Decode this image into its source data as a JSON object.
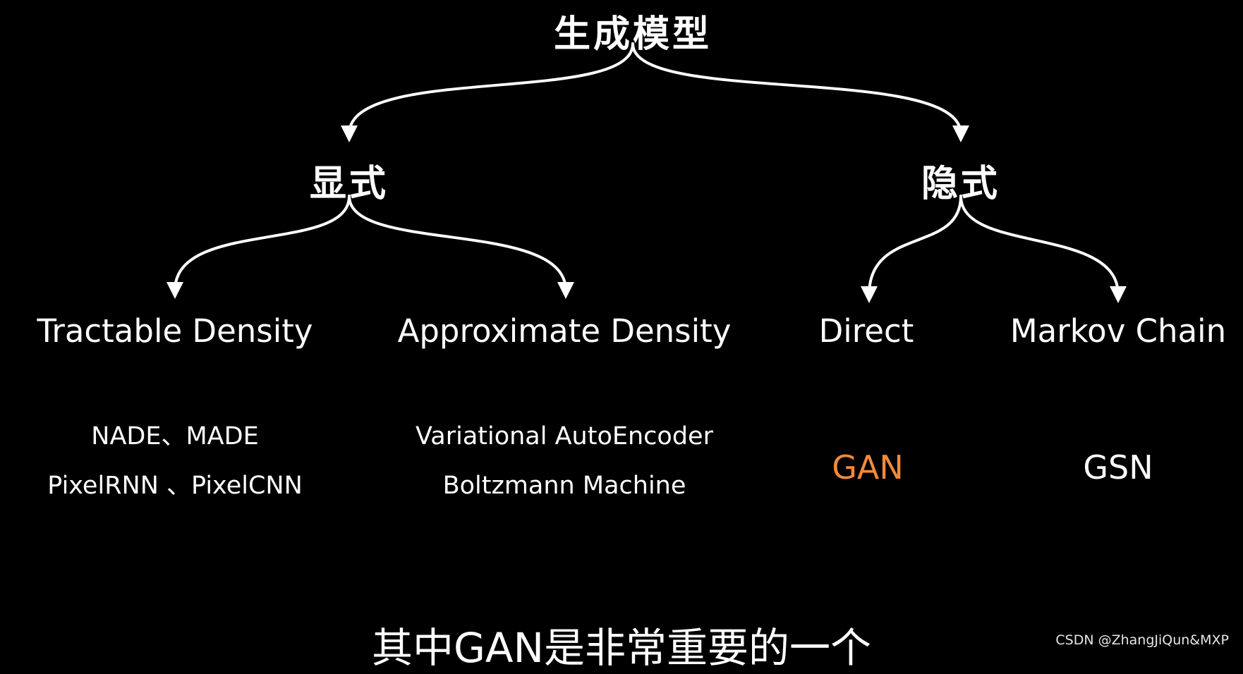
{
  "diagram": {
    "root": "生成模型",
    "left_branch": {
      "label": "显式",
      "children": [
        {
          "label": "Tractable Density",
          "examples": [
            "NADE、MADE",
            "PixelRNN 、PixelCNN"
          ]
        },
        {
          "label": "Approximate Density",
          "examples": [
            "Variational AutoEncoder",
            "Boltzmann Machine"
          ]
        }
      ]
    },
    "right_branch": {
      "label": "隐式",
      "children": [
        {
          "label": "Direct",
          "examples": [
            "GAN"
          ],
          "example_color": "#f08a3c"
        },
        {
          "label": "Markov Chain",
          "examples": [
            "GSN"
          ]
        }
      ]
    }
  },
  "subtitle": "其中GAN是非常重要的一个",
  "watermark": "CSDN @ZhangJiQun&MXP",
  "colors": {
    "background": "#000000",
    "text": "#ffffff",
    "highlight": "#f08a3c"
  }
}
